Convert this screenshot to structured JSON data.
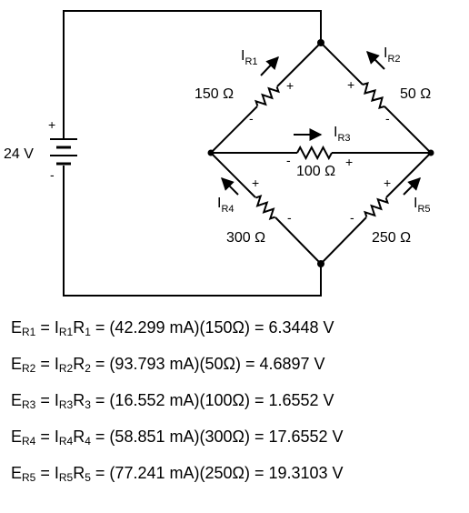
{
  "source": {
    "label": "24 V",
    "plus": "+",
    "minus": "-"
  },
  "resistors": {
    "r1": {
      "value": "150 Ω",
      "current_letter": "I",
      "current_sub": "R1",
      "plus": "+",
      "minus": "-"
    },
    "r2": {
      "value": "50 Ω",
      "current_letter": "I",
      "current_sub": "R2",
      "plus": "+",
      "minus": "-"
    },
    "r3": {
      "value": "100 Ω",
      "current_letter": "I",
      "current_sub": "R3",
      "plus": "+",
      "minus": "-"
    },
    "r4": {
      "value": "300 Ω",
      "current_letter": "I",
      "current_sub": "R4",
      "plus": "+",
      "minus": "-"
    },
    "r5": {
      "value": "250 Ω",
      "current_letter": "I",
      "current_sub": "R5",
      "plus": "+",
      "minus": "-"
    }
  },
  "equations": [
    {
      "e": "E",
      "e_sub": "R1",
      "eq1": " = ",
      "i": "I",
      "i_sub": "R1",
      "r": "R",
      "r_sub": "1",
      "rest": " = (42.299 mA)(150Ω) = 6.3448 V"
    },
    {
      "e": "E",
      "e_sub": "R2",
      "eq1": " = ",
      "i": "I",
      "i_sub": "R2",
      "r": "R",
      "r_sub": "2",
      "rest": " = (93.793 mA)(50Ω) = 4.6897 V"
    },
    {
      "e": "E",
      "e_sub": "R3",
      "eq1": " = ",
      "i": "I",
      "i_sub": "R3",
      "r": "R",
      "r_sub": "3",
      "rest": " = (16.552 mA)(100Ω) = 1.6552 V"
    },
    {
      "e": "E",
      "e_sub": "R4",
      "eq1": " = ",
      "i": "I",
      "i_sub": "R4",
      "r": "R",
      "r_sub": "4",
      "rest": " = (58.851 mA)(300Ω) = 17.6552 V"
    },
    {
      "e": "E",
      "e_sub": "R5",
      "eq1": " = ",
      "i": "I",
      "i_sub": "R5",
      "r": "R",
      "r_sub": "5",
      "rest": " = (77.241 mA)(250Ω) = 19.3103 V"
    }
  ]
}
